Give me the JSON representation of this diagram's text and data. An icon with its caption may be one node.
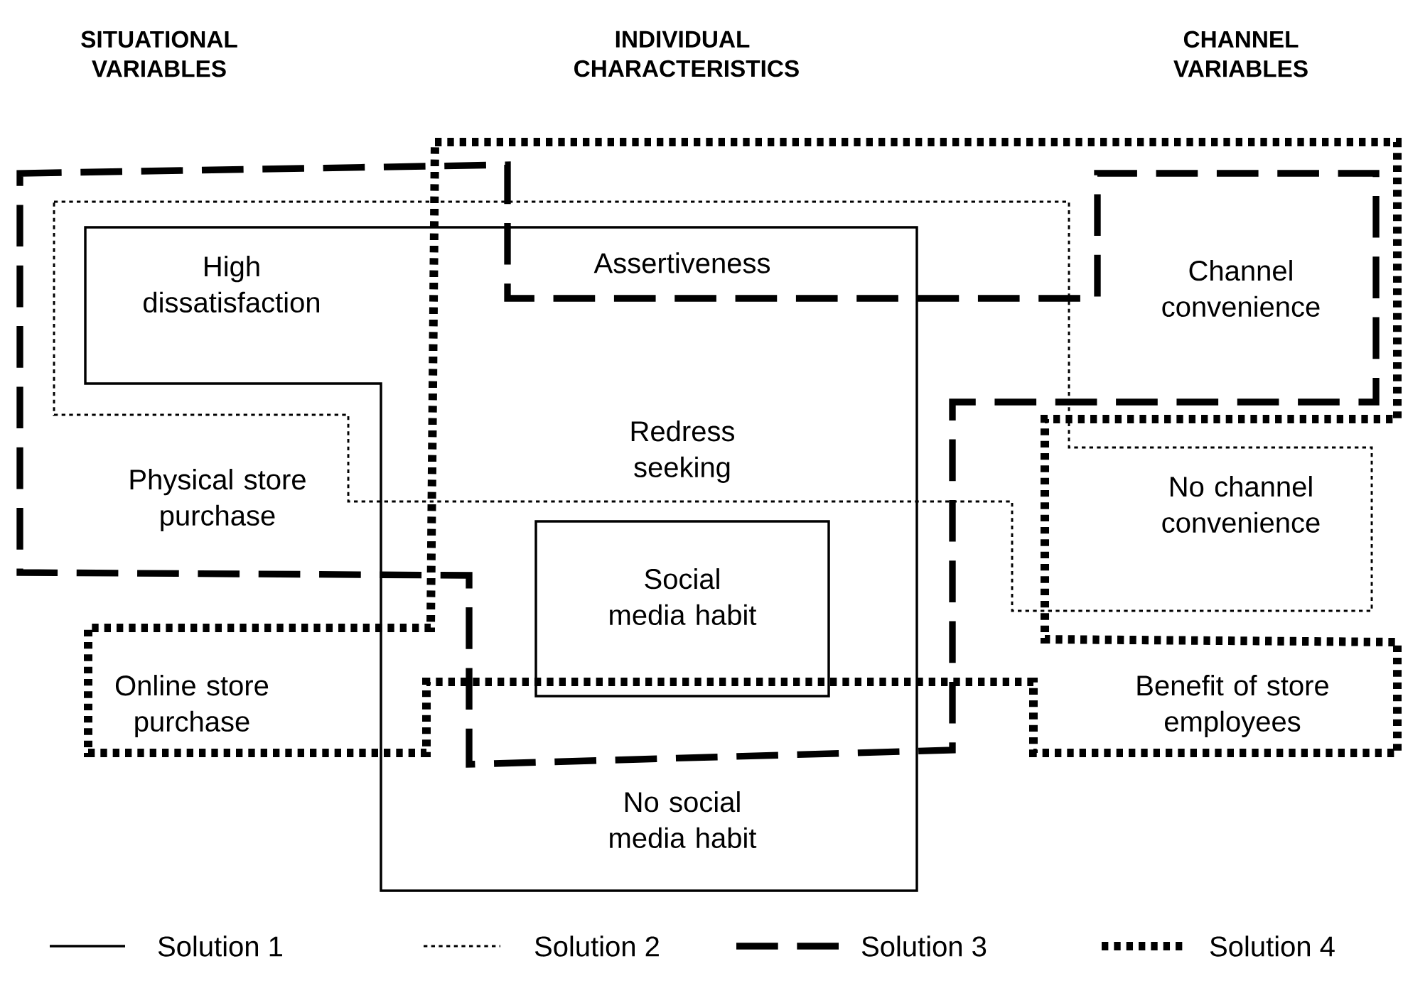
{
  "diagram": {
    "labels": [
      "SITUATIONAL VARIABLES",
      "INDIVIDUAL CHARACTERISTICS",
      "CHANNEL VARIABLES",
      "High dissatisfaction",
      "Assertiveness",
      "Channel convenience",
      "Redress seeking",
      "Physical store purchase",
      "No channel convenience",
      "Social media habit",
      "Online store purchase",
      "Benefit of store employees",
      "No social media habit"
    ],
    "legend": [
      {
        "text": "Solution 1"
      },
      {
        "text": "Solution 2"
      },
      {
        "text": "Solution 3"
      },
      {
        "text": "Solution 4"
      }
    ]
  }
}
